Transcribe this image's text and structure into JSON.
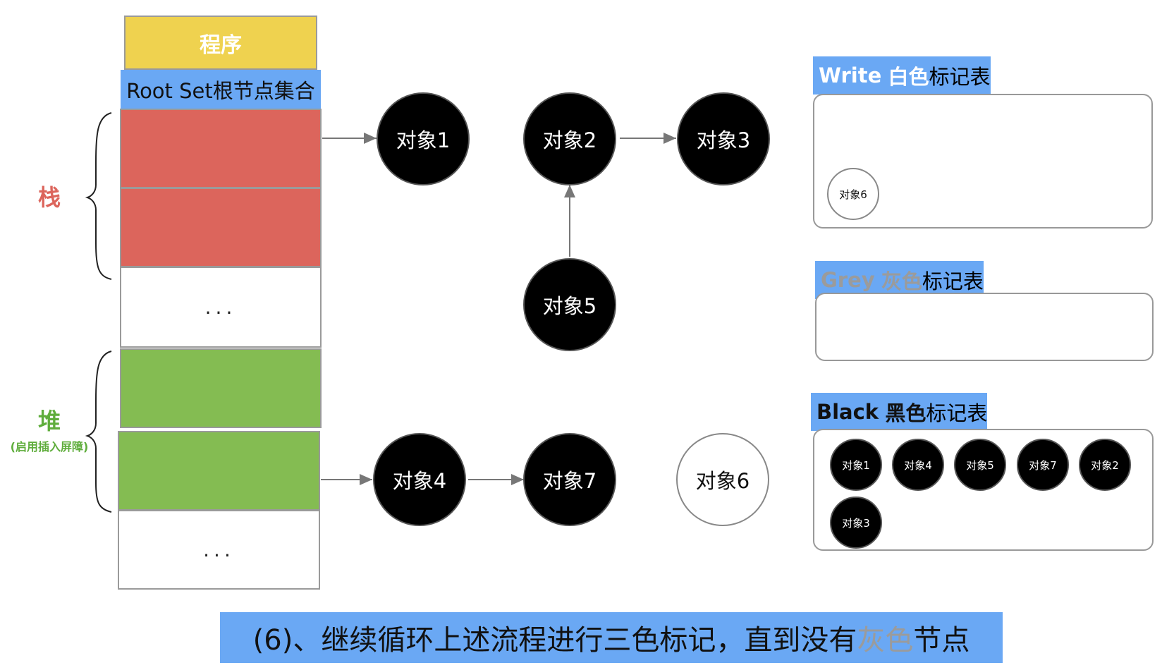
{
  "program": "程序",
  "root_set": "Root Set根节点集合",
  "stack_label": "栈",
  "heap_label": "堆",
  "heap_sublabel": "(启用插入屏障)",
  "ellipsis": "...",
  "nodes": {
    "obj1": "对象1",
    "obj2": "对象2",
    "obj3": "对象3",
    "obj4": "对象4",
    "obj5": "对象5",
    "obj6": "对象6",
    "obj7": "对象7"
  },
  "tables": {
    "white": {
      "title_en": "Write",
      "title_color": "白色",
      "title_suffix": "标记表",
      "items": [
        "对象6"
      ]
    },
    "grey": {
      "title_en": "Grey",
      "title_color": "灰色",
      "title_suffix": "标记表",
      "items": []
    },
    "black": {
      "title_en": "Black",
      "title_color": "黑色",
      "title_suffix": "标记表",
      "items": [
        "对象1",
        "对象4",
        "对象5",
        "对象7",
        "对象2",
        "对象3"
      ]
    }
  },
  "caption": {
    "prefix": "(6)、继续循环上述流程进行三色标记，直到没有",
    "highlight": "灰色",
    "suffix": "节点"
  },
  "colors": {
    "program": "#efd24f",
    "blue": "#6aa8f4",
    "stack": "#dc655c",
    "heap": "#84bc52",
    "stack_label": "#dc655c",
    "heap_label": "#5fad3c",
    "grey_text": "#9b9b9b"
  }
}
